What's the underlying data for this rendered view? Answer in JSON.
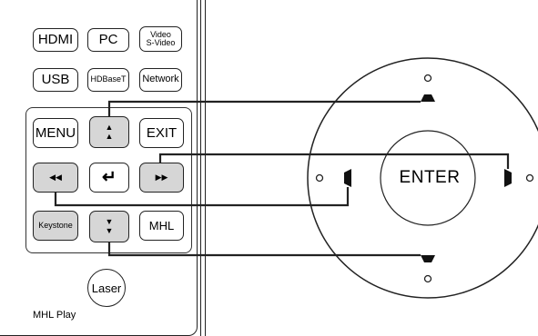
{
  "remote": {
    "row1": {
      "hdmi": "HDMI",
      "pc": "PC",
      "video_line1": "Video",
      "video_line2": "S-Video"
    },
    "row2": {
      "usb": "USB",
      "hdbaset": "HDBaseT",
      "network": "Network"
    },
    "nav": {
      "menu": "MENU",
      "exit": "EXIT",
      "up_glyph": "▲",
      "left_glyph": "◀◀",
      "enter_glyph": "↵",
      "right_glyph": "▶▶",
      "down_glyph": "▼"
    },
    "row5": {
      "keystone": "Keystone",
      "mhl": "MHL"
    },
    "laser": "Laser",
    "caption": "MHL Play"
  },
  "keypad": {
    "enter": "ENTER"
  },
  "colors": {
    "line": "#222222",
    "highlight_button": "#d6d6d6",
    "background": "#ffffff"
  }
}
